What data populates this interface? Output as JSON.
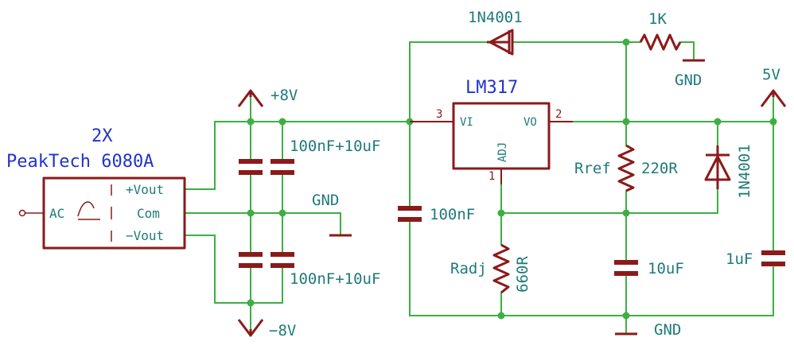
{
  "supply": {
    "title_line1": "2X",
    "title_line2": "PeakTech 6080A",
    "ac": "AC",
    "vout_pos": "+Vout",
    "com": "Com",
    "vout_neg": "−Vout"
  },
  "rails": {
    "pos": "+8V",
    "neg": "−8V",
    "out": "5V"
  },
  "grounds": {
    "gnd_supply": "GND",
    "gnd_resistor": "GND",
    "gnd_main": "GND"
  },
  "regulator": {
    "name": "LM317",
    "pin_vi": "VI",
    "pin_vo": "VO",
    "pin_adj": "ADJ",
    "pin3": "3",
    "pin2": "2",
    "pin1": "1"
  },
  "components": {
    "decouple_top": "100nF+10uF",
    "decouple_bottom": "100nF+10uF",
    "cin": "100nF",
    "diode_top": "1N4001",
    "resistor_top": "1K",
    "rref_ref": "Rref",
    "rref_val": "220R",
    "diode_right": "1N4001",
    "radj_ref": "Radj",
    "radj_val": "660R",
    "cadj": "10uF",
    "cout": "1uF"
  },
  "colors": {
    "wire": "#3cb043",
    "component": "#8b1a1a",
    "label": "#1f7a7a",
    "title": "#2233cc"
  }
}
